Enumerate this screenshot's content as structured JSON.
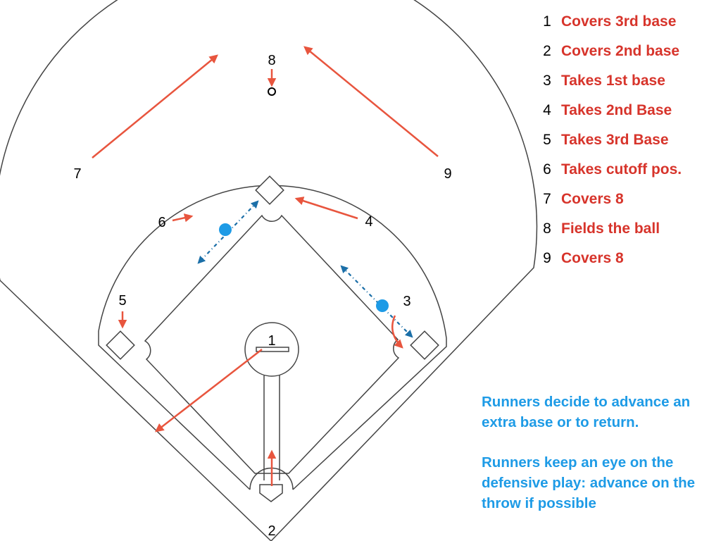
{
  "diagram": {
    "colors": {
      "field_line": "#444444",
      "movement_arrow": "#e8553e",
      "runner": "#1e9be6",
      "runner_path": "#1b6fa8",
      "legend_text": "#d7342b",
      "note_text": "#1e9be6"
    },
    "position_labels": [
      "1",
      "2",
      "3",
      "4",
      "5",
      "6",
      "7",
      "8",
      "9"
    ],
    "legend": [
      {
        "num": "1",
        "text": "Covers 3rd base"
      },
      {
        "num": "2",
        "text": "Covers 2nd base"
      },
      {
        "num": "3",
        "text": "Takes 1st base"
      },
      {
        "num": "4",
        "text": "Takes 2nd Base"
      },
      {
        "num": "5",
        "text": "Takes 3rd Base"
      },
      {
        "num": "6",
        "text": "Takes cutoff pos."
      },
      {
        "num": "7",
        "text": "Covers 8"
      },
      {
        "num": "8",
        "text": "Fields the ball"
      },
      {
        "num": "9",
        "text": "Covers 8"
      }
    ],
    "notes": [
      "Runners decide to advance an extra base or to return.",
      "Runners keep an eye on the defensive play: advance on the throw if possible"
    ]
  }
}
